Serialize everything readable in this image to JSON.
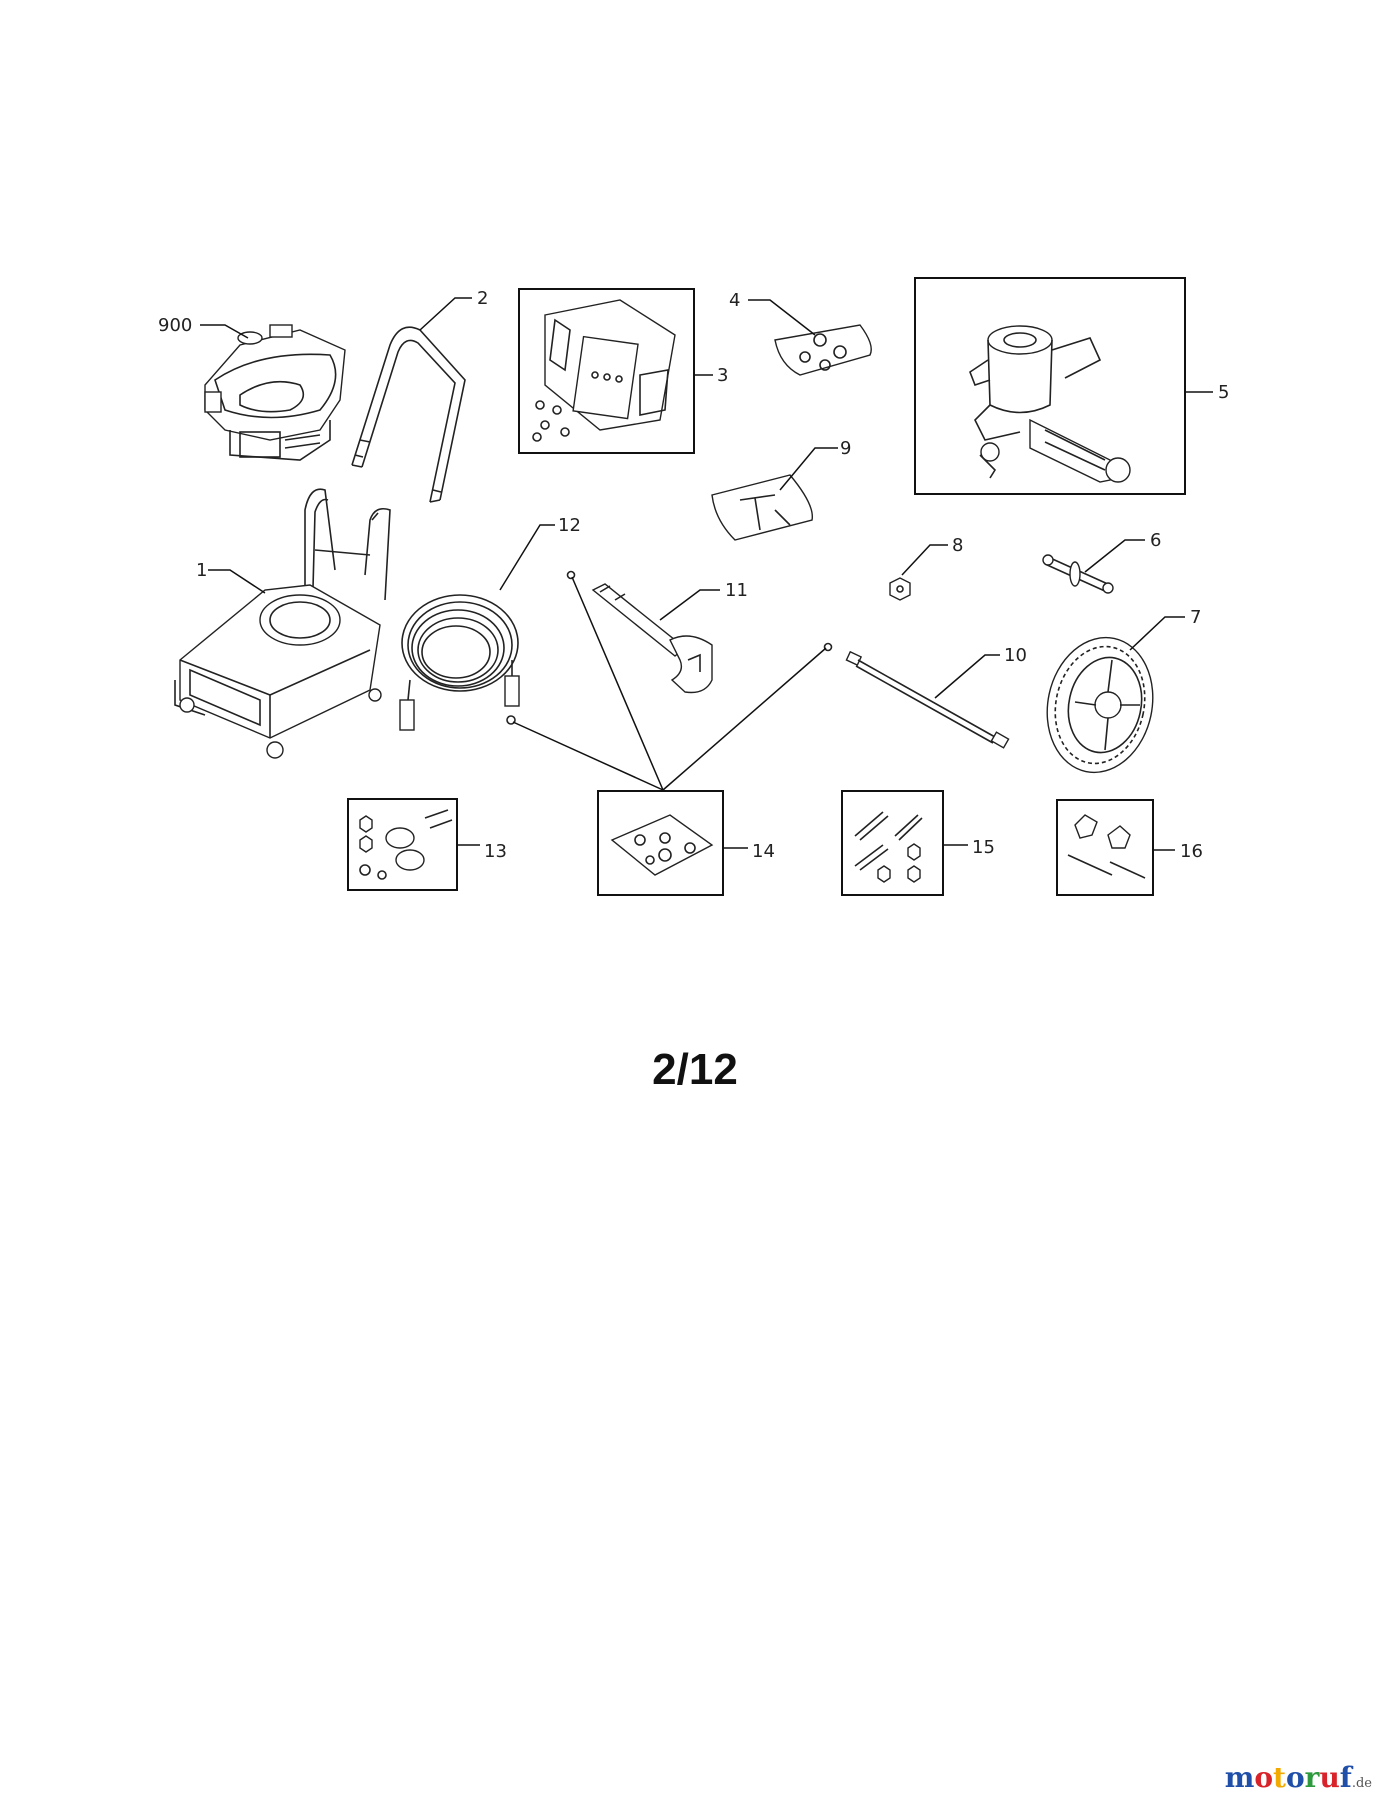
{
  "diagram": {
    "callouts": {
      "c900": "900",
      "c1": "1",
      "c2": "2",
      "c3": "3",
      "c4": "4",
      "c5": "5",
      "c6": "6",
      "c7": "7",
      "c8": "8",
      "c9": "9",
      "c10": "10",
      "c11": "11",
      "c12": "12",
      "c13": "13",
      "c14": "14",
      "c15": "15",
      "c16": "16"
    }
  },
  "page_number": "2/12",
  "watermark": {
    "letters": [
      "m",
      "o",
      "t",
      "o",
      "r",
      "u",
      "f"
    ],
    "colors": [
      "#1f4fa8",
      "#d8232a",
      "#f2a900",
      "#1f4fa8",
      "#2e9a3e",
      "#d8232a",
      "#1f4fa8"
    ],
    "tld": ".de"
  }
}
